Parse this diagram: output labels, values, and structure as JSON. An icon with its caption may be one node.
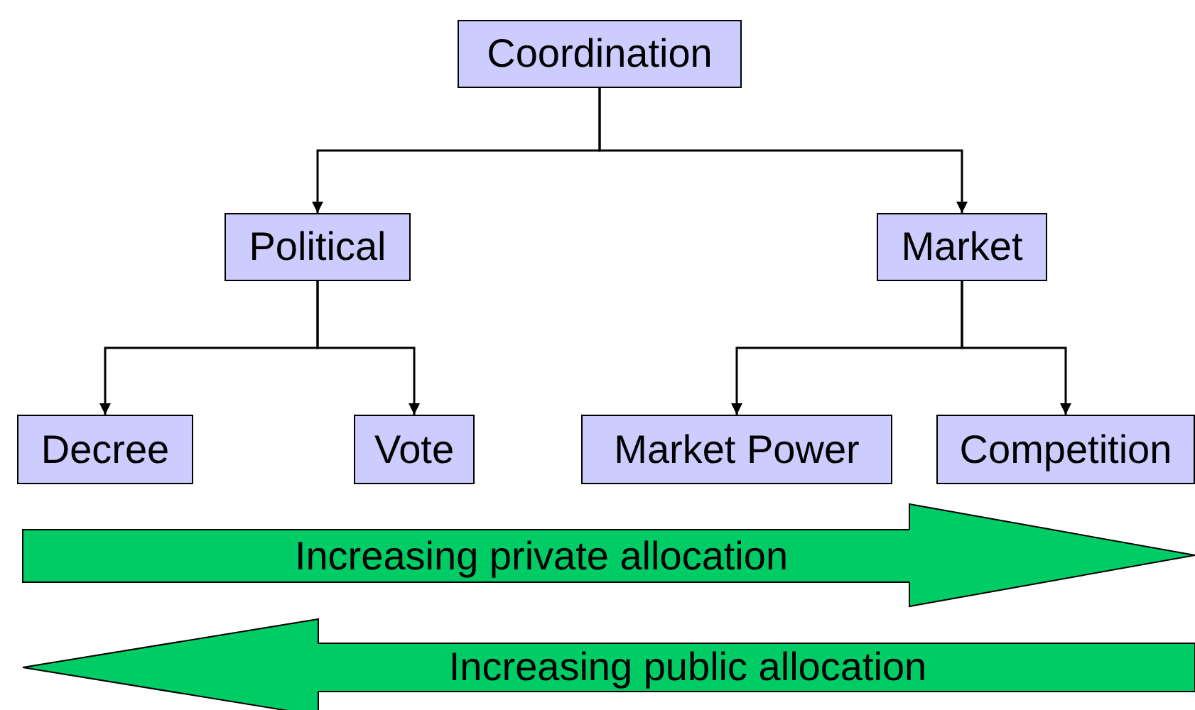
{
  "diagram": {
    "nodes": [
      {
        "text": [
          "Coordination"
        ]
      },
      {
        "text": [
          "Political"
        ]
      },
      {
        "text": [
          "Market"
        ]
      },
      {
        "text": [
          "Decree"
        ]
      },
      {
        "text": [
          "Vote"
        ]
      },
      {
        "text": [
          "Market Power"
        ]
      },
      {
        "text": [
          "Competition"
        ]
      },
      {
        "text": [
          "Increasing private allocation"
        ]
      },
      {
        "text": [
          "Increasing public allocation"
        ]
      }
    ],
    "edges": [
      {
        "from": 0,
        "to": 1,
        "arrow": "to"
      },
      {
        "from": 0,
        "to": 2,
        "arrow": "to"
      },
      {
        "from": 1,
        "to": 3,
        "arrow": "to"
      },
      {
        "from": 1,
        "to": 4,
        "arrow": "to"
      },
      {
        "from": 2,
        "to": 5,
        "arrow": "to"
      },
      {
        "from": 2,
        "to": 6,
        "arrow": "to"
      }
    ]
  }
}
